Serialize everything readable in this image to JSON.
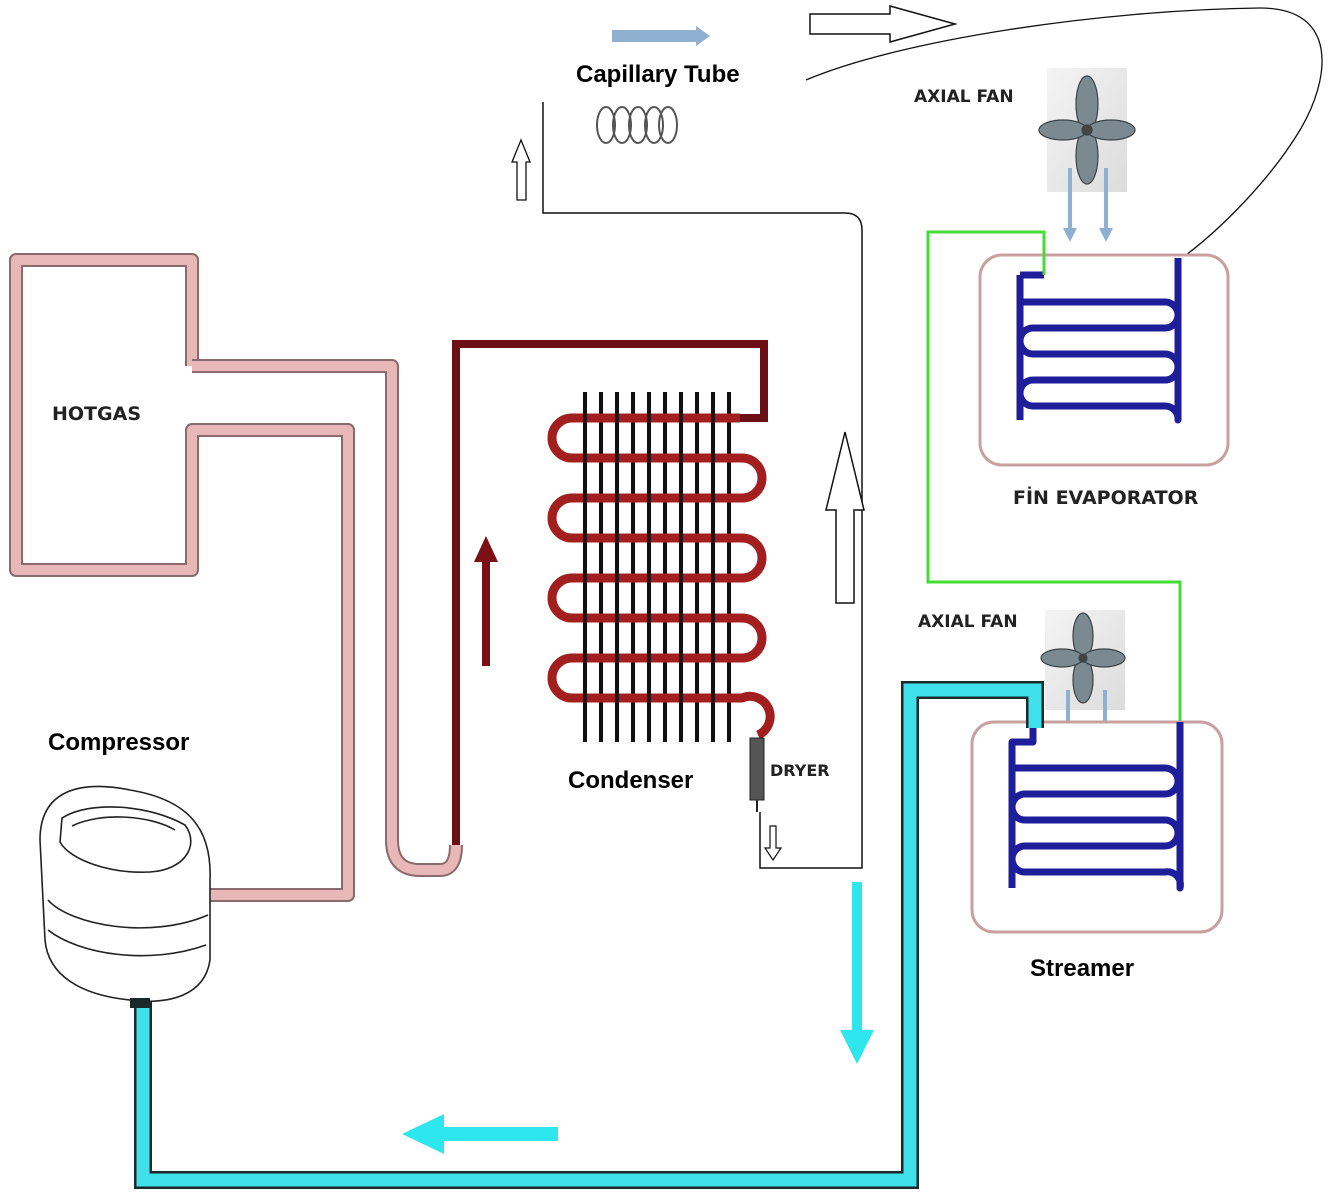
{
  "labels": {
    "capillary_tube": "Capillary Tube",
    "axial_fan_top": "AXIAL FAN",
    "hotgas": "HOTGAS",
    "fin_evaporator": "FİN EVAPORATOR",
    "axial_fan_bottom": "AXIAL FAN",
    "compressor": "Compressor",
    "condenser": "Condenser",
    "dryer": "DRYER",
    "streamer": "Streamer"
  },
  "colors": {
    "hotgas_pipe": "#e8b7b7",
    "hotgas_pipe_edge": "#8a6a6a",
    "condenser_pipe": "#6b0f15",
    "condenser_coil": "#a31f1f",
    "condenser_fin": "#111111",
    "suction_pipe": "#3fe0ea",
    "suction_pipe_edge": "#1a2a2a",
    "evaporator_coil": "#1e1e9a",
    "green_link": "#44dd33",
    "flow_arrow_cyan": "#2ee6ee",
    "flow_arrow_red": "#7a0f15",
    "cap_arrow": "#8fb0d0",
    "enclosure": "#c8a0a0"
  },
  "icons": {
    "fan_top": "axial-fan-icon",
    "fan_bottom": "axial-fan-icon",
    "compressor": "compressor-icon",
    "dryer": "dryer-filter-icon",
    "capillary": "capillary-coil-icon"
  }
}
